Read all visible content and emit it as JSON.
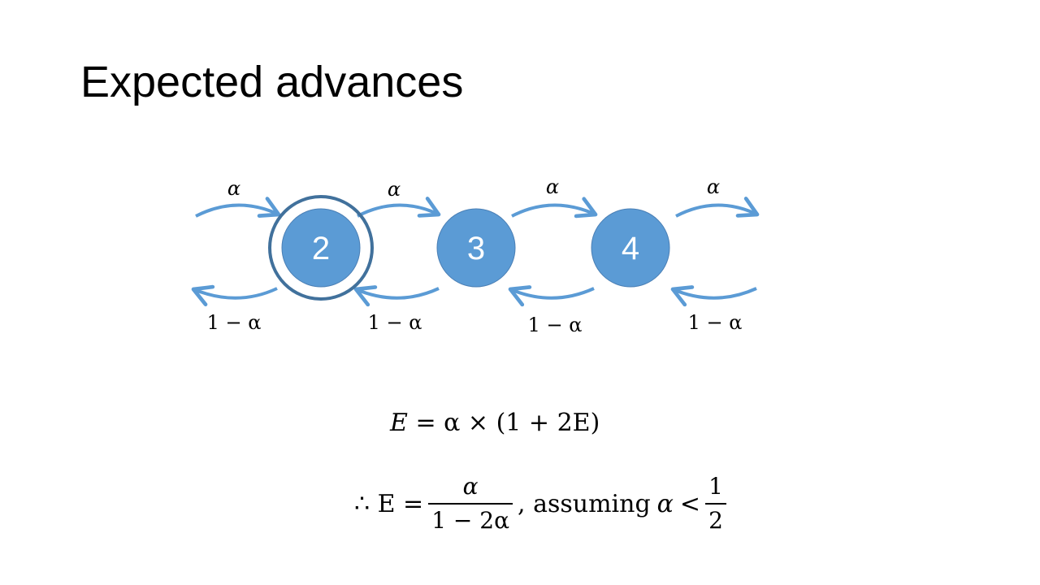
{
  "slide": {
    "title": "Expected advances"
  },
  "diagram": {
    "nodes": [
      {
        "label": "2",
        "highlighted": true
      },
      {
        "label": "3",
        "highlighted": false
      },
      {
        "label": "4",
        "highlighted": false
      }
    ],
    "forward_labels": [
      "α",
      "α",
      "α",
      "α"
    ],
    "backward_labels": [
      "1 − α",
      "1 − α",
      "1 − α",
      "1 − α"
    ],
    "colors": {
      "node_fill": "#5b9bd5",
      "node_stroke": "#4a7fb5",
      "ring": "#41719c",
      "arrow": "#5b9bd5"
    }
  },
  "equations": {
    "eq1": {
      "lhs": "E",
      "rest": " = α × (1 + 2E)"
    },
    "eq2": {
      "prefix": "∴ E =",
      "numerator": "α",
      "denominator": "1 − 2α",
      "middle": ", assuming",
      "var": "α",
      "lt": "<",
      "rhs_numerator": "1",
      "rhs_denominator": "2"
    }
  }
}
